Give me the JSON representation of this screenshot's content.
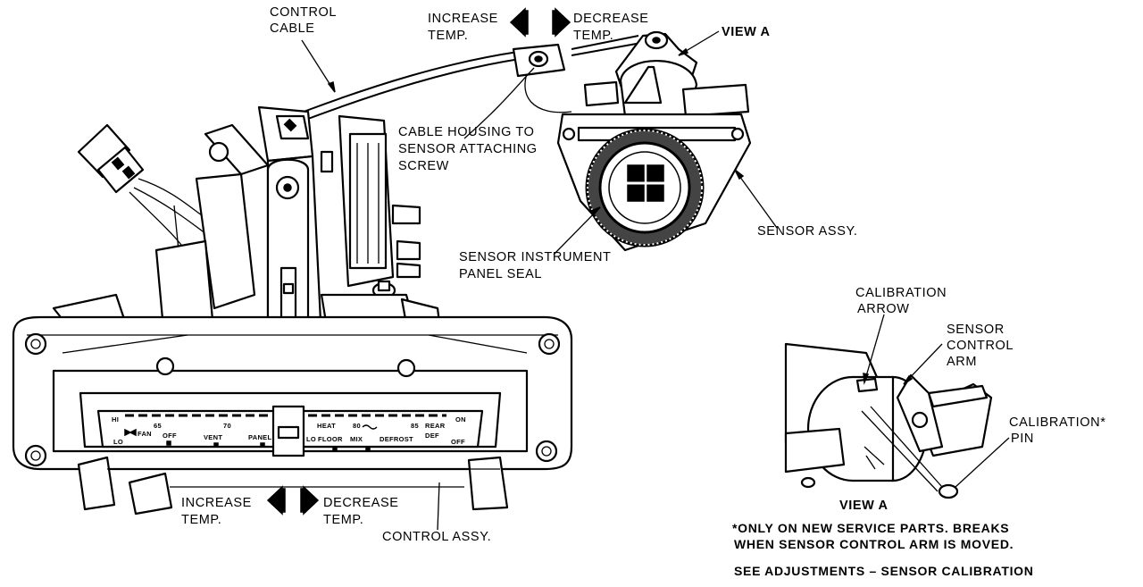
{
  "labels": {
    "control_cable": [
      "CONTROL",
      "CABLE"
    ],
    "increase_top": [
      "INCREASE",
      "TEMP."
    ],
    "decrease_top": [
      "DECREASE",
      "TEMP."
    ],
    "view_a_top": "VIEW A",
    "cable_housing": [
      "CABLE HOUSING TO",
      "SENSOR ATTACHING",
      "SCREW"
    ],
    "sensor_assy": "SENSOR ASSY.",
    "sensor_seal": [
      "SENSOR INSTRUMENT",
      "PANEL SEAL"
    ],
    "calibration_arrow": [
      "CALIBRATION",
      "ARROW"
    ],
    "sensor_control_arm": [
      "SENSOR",
      "CONTROL",
      "ARM"
    ],
    "calibration_pin": [
      "CALIBRATION*",
      "PIN"
    ],
    "view_a_bottom": "VIEW A",
    "increase_bottom": [
      "INCREASE",
      "TEMP."
    ],
    "decrease_bottom": [
      "DECREASE",
      "TEMP."
    ],
    "control_assy": "CONTROL ASSY."
  },
  "notes": {
    "footnote": [
      "*ONLY ON NEW SERVICE PARTS. BREAKS",
      "WHEN SENSOR CONTROL ARM IS MOVED."
    ],
    "see_adjustments": "SEE ADJUSTMENTS – SENSOR CALIBRATION"
  },
  "dial": {
    "row1": [
      "HI",
      "65",
      "70",
      "HEAT",
      "80",
      "85",
      "REAR",
      "ON"
    ],
    "row2": [
      "FAN",
      "OFF",
      "VENT",
      "PANEL",
      "LO",
      "FLOOR",
      "MIX",
      "DEFROST",
      "DEF"
    ],
    "row3": [
      "LO",
      "OFF"
    ]
  },
  "icons": [
    "direction-arrow-left-icon",
    "direction-arrow-right-icon",
    "fan-icon",
    "defrost-icon"
  ]
}
